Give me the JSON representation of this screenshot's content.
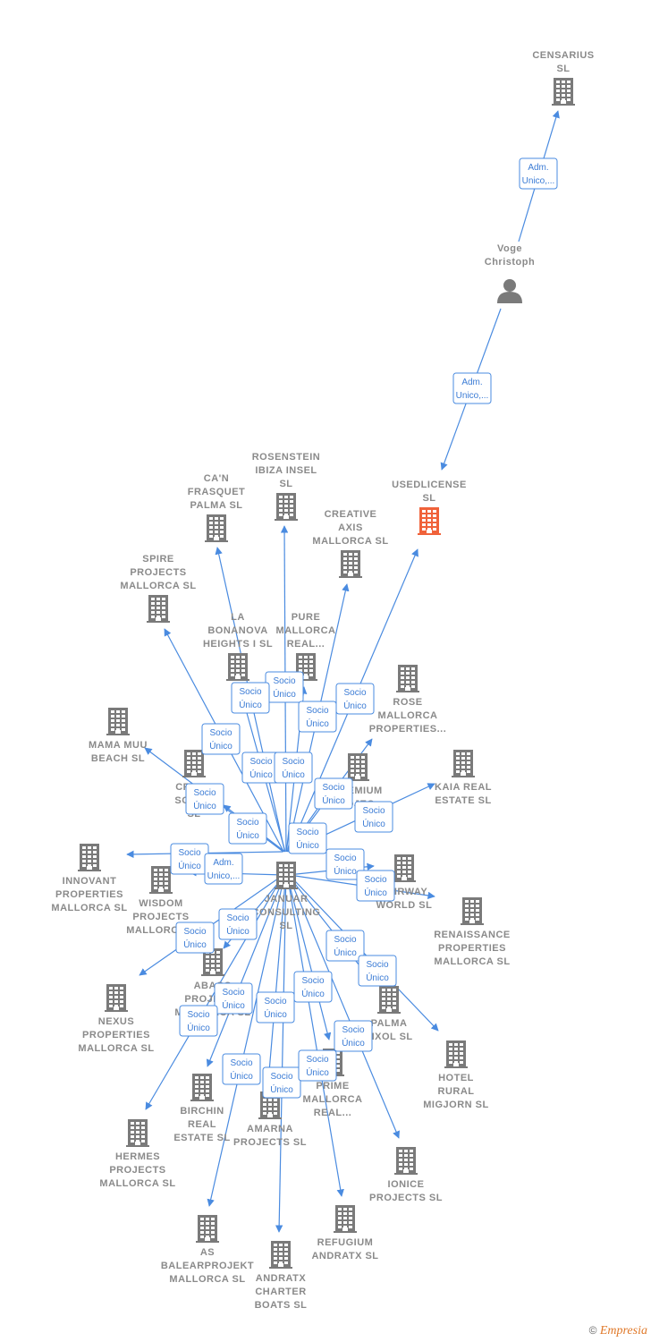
{
  "colors": {
    "edge": "#4a8be0",
    "company": "#7a7a7a",
    "highlight": "#f0623a",
    "person": "#7a7a7a",
    "label": "#8a8a8a"
  },
  "nodes": [
    {
      "id": "censarius",
      "type": "company",
      "lines": [
        "CENSARIUS",
        "SL"
      ]
    },
    {
      "id": "voge",
      "type": "person",
      "lines": [
        "Voge",
        "Christoph"
      ]
    },
    {
      "id": "usedlicense",
      "type": "company-highlight",
      "lines": [
        "USEDLICENSE",
        "SL"
      ]
    },
    {
      "id": "januar",
      "type": "company",
      "lines": [
        "JANUAR",
        "CONSULTING",
        "SL"
      ]
    },
    {
      "id": "rosenstein",
      "type": "company",
      "lines": [
        "ROSENSTEIN",
        "IBIZA INSEL",
        "SL"
      ]
    },
    {
      "id": "canfrasquet",
      "type": "company",
      "lines": [
        "CA'N",
        "FRASQUET",
        "PALMA  SL"
      ]
    },
    {
      "id": "creative",
      "type": "company",
      "lines": [
        "CREATIVE",
        "AXIS",
        "MALLORCA  SL"
      ]
    },
    {
      "id": "spire",
      "type": "company",
      "lines": [
        "SPIRE",
        "PROJECTS",
        "MALLORCA  SL"
      ]
    },
    {
      "id": "labonanova",
      "type": "company",
      "lines": [
        "LA",
        "BONANOVA",
        "HEIGHTS I  SL"
      ]
    },
    {
      "id": "pure",
      "type": "company",
      "lines": [
        "PURE",
        "MALLORCA",
        "REAL..."
      ]
    },
    {
      "id": "rose",
      "type": "company",
      "lines": [
        "ROSE",
        "MALLORCA",
        "PROPERTIES..."
      ]
    },
    {
      "id": "mamamuu",
      "type": "company",
      "lines": [
        "MAMA MUU",
        "BEACH  SL"
      ]
    },
    {
      "id": "cross",
      "type": "company",
      "lines": [
        "CROSS",
        "SOLU...",
        "SL"
      ]
    },
    {
      "id": "premium",
      "type": "company",
      "lines": [
        "PREMIUM",
        "PROJEC..."
      ]
    },
    {
      "id": "kaia",
      "type": "company",
      "lines": [
        "KAIA REAL",
        "ESTATE  SL"
      ]
    },
    {
      "id": "innovant",
      "type": "company",
      "lines": [
        "INNOVANT",
        "PROPERTIES",
        "MALLORCA  SL"
      ]
    },
    {
      "id": "wisdom",
      "type": "company",
      "lines": [
        "WISDOM",
        "PROJECTS",
        "MALLORCA..."
      ]
    },
    {
      "id": "fairway",
      "type": "company",
      "lines": [
        "FAIRWAY",
        "WORLD  SL"
      ]
    },
    {
      "id": "renaissance",
      "type": "company",
      "lines": [
        "RENAISSANCE",
        "PROPERTIES",
        "MALLORCA  SL"
      ]
    },
    {
      "id": "abaco",
      "type": "company",
      "lines": [
        "ABACO",
        "PROJECTS",
        "MALLORCA  SL"
      ]
    },
    {
      "id": "nexus",
      "type": "company",
      "lines": [
        "NEXUS",
        "PROPERTIES",
        "MALLORCA  SL"
      ]
    },
    {
      "id": "palma",
      "type": "company",
      "lines": [
        "PALMA",
        "TIXOL  SL"
      ]
    },
    {
      "id": "hotel",
      "type": "company",
      "lines": [
        "HOTEL",
        "RURAL",
        "MIGJORN  SL"
      ]
    },
    {
      "id": "birchin",
      "type": "company",
      "lines": [
        "BIRCHIN",
        "REAL",
        "ESTATE  SL"
      ]
    },
    {
      "id": "amarna",
      "type": "company",
      "lines": [
        "AMARNA",
        "PROJECTS  SL"
      ]
    },
    {
      "id": "prime",
      "type": "company",
      "lines": [
        "PRIME",
        "MALLORCA",
        "REAL..."
      ]
    },
    {
      "id": "hermes",
      "type": "company",
      "lines": [
        "HERMES",
        "PROJECTS",
        "MALLORCA  SL"
      ]
    },
    {
      "id": "ionice",
      "type": "company",
      "lines": [
        "IONICE",
        "PROJECTS  SL"
      ]
    },
    {
      "id": "asbalear",
      "type": "company",
      "lines": [
        "AS",
        "BALEARPROJEKT",
        "MALLORCA  SL"
      ]
    },
    {
      "id": "andratx",
      "type": "company",
      "lines": [
        "ANDRATX",
        "CHARTER",
        "BOATS  SL"
      ]
    },
    {
      "id": "refugium",
      "type": "company",
      "lines": [
        "REFUGIUM",
        "ANDRATX  SL"
      ]
    }
  ],
  "edges": [
    {
      "from": "voge",
      "to": "censarius",
      "label": [
        "Adm.",
        "Unico,..."
      ]
    },
    {
      "from": "voge",
      "to": "usedlicense",
      "label": [
        "Adm.",
        "Unico,..."
      ]
    },
    {
      "from": "januar",
      "to": "usedlicense",
      "label": [
        "Socio",
        "Único"
      ]
    },
    {
      "from": "januar",
      "to": "rosenstein",
      "label": [
        "Socio",
        "Único"
      ]
    },
    {
      "from": "januar",
      "to": "canfrasquet",
      "label": [
        "Socio",
        "Único"
      ]
    },
    {
      "from": "januar",
      "to": "creative",
      "label": [
        "Socio",
        "Único"
      ]
    },
    {
      "from": "januar",
      "to": "spire",
      "label": [
        "Socio",
        "Único"
      ]
    },
    {
      "from": "januar",
      "to": "labonanova",
      "label": [
        "Socio",
        "Único"
      ]
    },
    {
      "from": "januar",
      "to": "pure",
      "label": [
        "Socio",
        "Único"
      ]
    },
    {
      "from": "januar",
      "to": "rose",
      "label": [
        "Socio",
        "Único"
      ]
    },
    {
      "from": "januar",
      "to": "mamamuu",
      "label": [
        "Socio",
        "Único"
      ]
    },
    {
      "from": "januar",
      "to": "cross",
      "label": [
        "Socio",
        "Único"
      ]
    },
    {
      "from": "januar",
      "to": "premium",
      "label": [
        "Socio",
        "Único"
      ]
    },
    {
      "from": "januar",
      "to": "kaia",
      "label": [
        "Socio",
        "Único"
      ]
    },
    {
      "from": "januar",
      "to": "innovant",
      "label": [
        "Socio",
        "Único"
      ]
    },
    {
      "from": "januar",
      "to": "wisdom",
      "label": [
        "Adm.",
        "Unico,..."
      ]
    },
    {
      "from": "januar",
      "to": "fairway",
      "label": [
        "Socio",
        "Único"
      ]
    },
    {
      "from": "januar",
      "to": "renaissance",
      "label": [
        "Socio",
        "Único"
      ]
    },
    {
      "from": "januar",
      "to": "abaco",
      "label": [
        "Socio",
        "Único"
      ]
    },
    {
      "from": "januar",
      "to": "nexus",
      "label": [
        "Socio",
        "Único"
      ]
    },
    {
      "from": "januar",
      "to": "palma",
      "label": [
        "Socio",
        "Único"
      ]
    },
    {
      "from": "januar",
      "to": "hotel",
      "label": [
        "Socio",
        "Único"
      ]
    },
    {
      "from": "januar",
      "to": "birchin",
      "label": [
        "Socio",
        "Único"
      ]
    },
    {
      "from": "januar",
      "to": "amarna",
      "label": [
        "Socio",
        "Único"
      ]
    },
    {
      "from": "januar",
      "to": "prime",
      "label": [
        "Socio",
        "Único"
      ]
    },
    {
      "from": "januar",
      "to": "hermes",
      "label": [
        "Socio",
        "Único"
      ]
    },
    {
      "from": "januar",
      "to": "ionice",
      "label": [
        "Socio",
        "Único"
      ]
    },
    {
      "from": "januar",
      "to": "asbalear",
      "label": [
        "Socio",
        "Único"
      ]
    },
    {
      "from": "januar",
      "to": "andratx",
      "label": [
        "Socio",
        "Único"
      ]
    },
    {
      "from": "januar",
      "to": "refugium",
      "label": [
        "Socio",
        "Único"
      ]
    }
  ],
  "footer": {
    "copyright": "©",
    "brand": "Empresia"
  }
}
